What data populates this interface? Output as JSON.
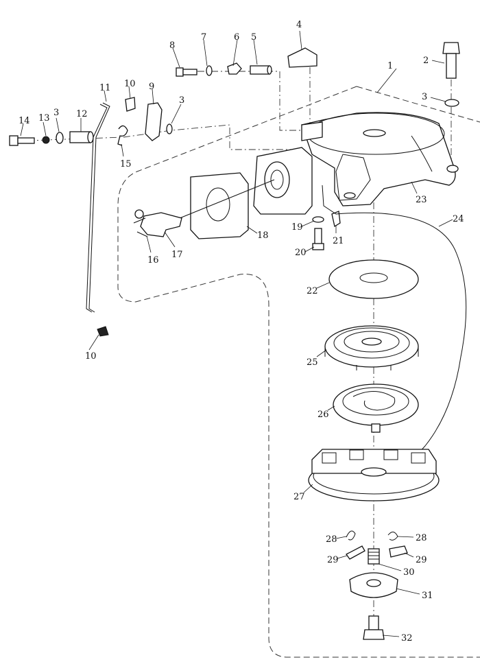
{
  "callouts": [
    {
      "id": "c1",
      "text": "1"
    },
    {
      "id": "c2",
      "text": "2"
    },
    {
      "id": "c3a",
      "text": "3"
    },
    {
      "id": "c3b",
      "text": "3"
    },
    {
      "id": "c3c",
      "text": "3"
    },
    {
      "id": "c4",
      "text": "4"
    },
    {
      "id": "c5",
      "text": "5"
    },
    {
      "id": "c6",
      "text": "6"
    },
    {
      "id": "c7",
      "text": "7"
    },
    {
      "id": "c8",
      "text": "8"
    },
    {
      "id": "c9",
      "text": "9"
    },
    {
      "id": "c10a",
      "text": "10"
    },
    {
      "id": "c10b",
      "text": "10"
    },
    {
      "id": "c11",
      "text": "11"
    },
    {
      "id": "c12",
      "text": "12"
    },
    {
      "id": "c13",
      "text": "13"
    },
    {
      "id": "c14",
      "text": "14"
    },
    {
      "id": "c15",
      "text": "15"
    },
    {
      "id": "c16",
      "text": "16"
    },
    {
      "id": "c17",
      "text": "17"
    },
    {
      "id": "c18",
      "text": "18"
    },
    {
      "id": "c19",
      "text": "19"
    },
    {
      "id": "c20",
      "text": "20"
    },
    {
      "id": "c21",
      "text": "21"
    },
    {
      "id": "c22",
      "text": "22"
    },
    {
      "id": "c23",
      "text": "23"
    },
    {
      "id": "c24",
      "text": "24"
    },
    {
      "id": "c25",
      "text": "25"
    },
    {
      "id": "c26",
      "text": "26"
    },
    {
      "id": "c27",
      "text": "27"
    },
    {
      "id": "c28a",
      "text": "28"
    },
    {
      "id": "c28b",
      "text": "28"
    },
    {
      "id": "c29a",
      "text": "29"
    },
    {
      "id": "c29b",
      "text": "29"
    },
    {
      "id": "c30",
      "text": "30"
    },
    {
      "id": "c31",
      "text": "31"
    },
    {
      "id": "c32",
      "text": "32"
    }
  ]
}
